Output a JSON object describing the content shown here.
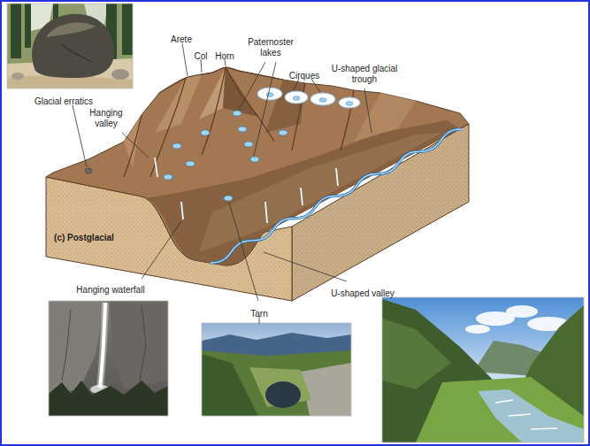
{
  "diagram": {
    "labels": [
      "Arete",
      "Paternoster lakes",
      "Col",
      "Horn",
      "Cirques",
      "U-shaped glacial trough",
      "Glacial erratics",
      "Hanging valley",
      "(c) Postglacial",
      "Hanging waterfall",
      "U-shaped valley",
      "Tarn"
    ]
  }
}
